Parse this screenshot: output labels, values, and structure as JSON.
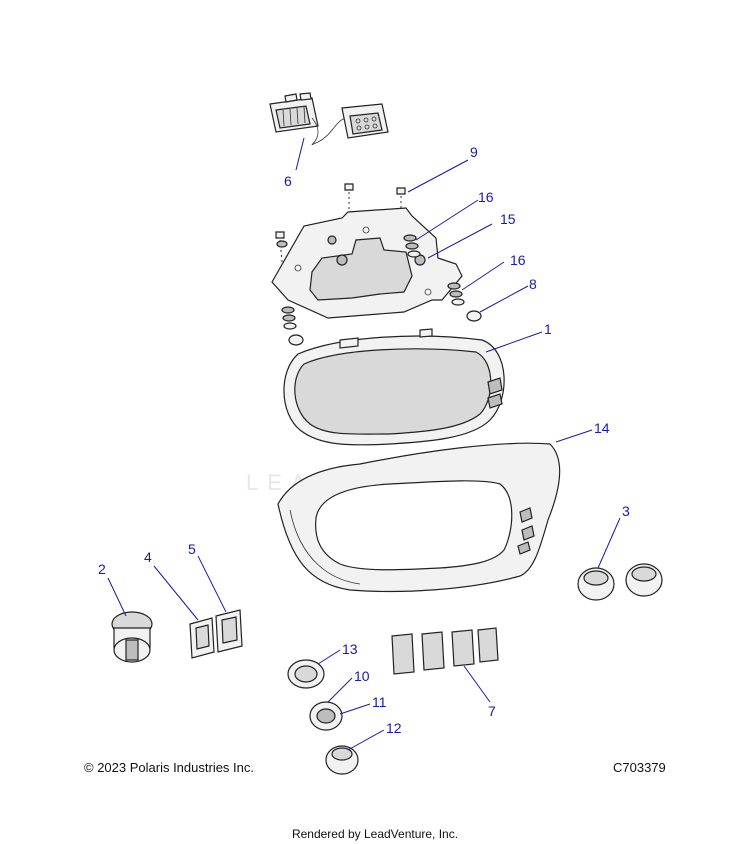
{
  "callouts": {
    "c1": "1",
    "c2": "2",
    "c3": "3",
    "c4": "4",
    "c5": "5",
    "c6": "6",
    "c7": "7",
    "c8": "8",
    "c9": "9",
    "c10": "10",
    "c11": "11",
    "c12": "12",
    "c13": "13",
    "c14": "14",
    "c15": "15",
    "c16a": "16",
    "c16b": "16"
  },
  "watermark": "LEADVENTURE",
  "footer": {
    "copyright": "© 2023 Polaris Industries Inc.",
    "drawing_id": "C703379",
    "rendered_by": "Rendered by LeadVenture, Inc."
  },
  "colors": {
    "callout": "#1a1aa6",
    "line": "#222222",
    "watermark": "#e6e6e6"
  }
}
